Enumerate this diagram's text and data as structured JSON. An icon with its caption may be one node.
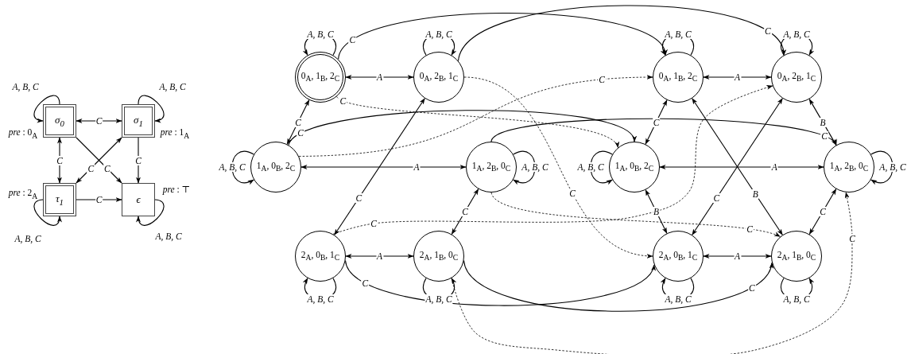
{
  "diagram": {
    "nodes": [
      {
        "text": [
          "σ$_{0}$"
        ],
        "beside": [
          "*pre* : 0$_{A}$"
        ]
      },
      {
        "text": [
          "σ$_{1}$"
        ],
        "beside": [
          "*pre* : 1$_{A}$"
        ]
      },
      {
        "text": [
          "τ$_{1}$"
        ],
        "beside": [
          "*pre* : 2$_{A}$"
        ]
      },
      {
        "text": [
          "ϵ"
        ],
        "beside": [
          "*pre* : ⊤"
        ]
      },
      {
        "text": [
          "0$_{A}$, 1$_{B}$, 2$_{C}$"
        ]
      },
      {
        "text": [
          "0$_{A}$, 2$_{B}$, 1$_{C}$"
        ]
      },
      {
        "text": [
          "0$_{A}$, 1$_{B}$, 2$_{C}$"
        ]
      },
      {
        "text": [
          "0$_{A}$, 2$_{B}$, 1$_{C}$"
        ]
      },
      {
        "text": [
          "1$_{A}$, 0$_{B}$, 2$_{C}$"
        ]
      },
      {
        "text": [
          "1$_{A}$, 2$_{B}$, 0$_{C}$"
        ]
      },
      {
        "text": [
          "1$_{A}$, 0$_{B}$, 2$_{C}$"
        ]
      },
      {
        "text": [
          "1$_{A}$, 2$_{B}$, 0$_{C}$"
        ]
      },
      {
        "text": [
          "2$_{A}$, 0$_{B}$, 1$_{C}$"
        ]
      },
      {
        "text": [
          "2$_{A}$, 1$_{B}$, 0$_{C}$"
        ]
      },
      {
        "text": [
          "2$_{A}$, 0$_{B}$, 1$_{C}$"
        ]
      },
      {
        "text": [
          "2$_{A}$, 1$_{B}$, 0$_{C}$"
        ]
      }
    ],
    "edges": [
      {
        "from": 0,
        "to": 0,
        "arrow": "to",
        "label": "A, B, C"
      },
      {
        "from": 1,
        "to": 1,
        "arrow": "to",
        "label": "A, B, C"
      },
      {
        "from": 2,
        "to": 2,
        "arrow": "to",
        "label": "A, B, C"
      },
      {
        "from": 3,
        "to": 3,
        "arrow": "to",
        "label": "A, B, C"
      },
      {
        "from": 0,
        "to": 1,
        "arrow": "both",
        "label": "C"
      },
      {
        "from": 0,
        "to": 2,
        "arrow": "both",
        "label": "C"
      },
      {
        "from": 1,
        "to": 3,
        "arrow": "to",
        "label": "C"
      },
      {
        "from": 0,
        "to": 3,
        "arrow": "to",
        "label": "C"
      },
      {
        "from": 1,
        "to": 2,
        "arrow": "both",
        "label": "C"
      },
      {
        "from": 2,
        "to": 3,
        "arrow": "to",
        "label": "C"
      },
      {
        "from": 4,
        "to": 4,
        "arrow": "to",
        "label": "A, B, C"
      },
      {
        "from": 5,
        "to": 5,
        "arrow": "to",
        "label": "A, B, C"
      },
      {
        "from": 6,
        "to": 6,
        "arrow": "to",
        "label": "A, B, C"
      },
      {
        "from": 7,
        "to": 7,
        "arrow": "to",
        "label": "A, B, C"
      },
      {
        "from": 8,
        "to": 8,
        "arrow": "to",
        "label": "A, B, C"
      },
      {
        "from": 9,
        "to": 9,
        "arrow": "to",
        "label": "A, B, C"
      },
      {
        "from": 10,
        "to": 10,
        "arrow": "to",
        "label": "A, B, C"
      },
      {
        "from": 11,
        "to": 11,
        "arrow": "to",
        "label": "A, B, C"
      },
      {
        "from": 12,
        "to": 12,
        "arrow": "to",
        "label": "A, B, C"
      },
      {
        "from": 13,
        "to": 13,
        "arrow": "to",
        "label": "A, B, C"
      },
      {
        "from": 14,
        "to": 14,
        "arrow": "to",
        "label": "A, B, C"
      },
      {
        "from": 15,
        "to": 15,
        "arrow": "to",
        "label": "A, B, C"
      },
      {
        "from": 4,
        "to": 5,
        "arrow": "both",
        "label": "A"
      },
      {
        "from": 6,
        "to": 7,
        "arrow": "both",
        "label": "A"
      },
      {
        "from": 8,
        "to": 9,
        "arrow": "both",
        "label": "A"
      },
      {
        "from": 10,
        "to": 11,
        "arrow": "both",
        "label": "A"
      },
      {
        "from": 12,
        "to": 13,
        "arrow": "both",
        "label": "A"
      },
      {
        "from": 14,
        "to": 15,
        "arrow": "both",
        "label": "A"
      },
      {
        "from": 4,
        "to": 6,
        "arrow": "to",
        "label": "C"
      },
      {
        "from": 5,
        "to": 7,
        "arrow": "to",
        "label": "C"
      },
      {
        "from": 8,
        "to": 10,
        "arrow": "to",
        "label": "C"
      },
      {
        "from": 9,
        "to": 11,
        "arrow": "to",
        "label": "C"
      },
      {
        "from": 12,
        "to": 14,
        "arrow": "to",
        "label": "C"
      },
      {
        "from": 13,
        "to": 15,
        "arrow": "to",
        "label": "C"
      },
      {
        "from": 4,
        "to": 8,
        "arrow": "both",
        "label": "C"
      },
      {
        "from": 5,
        "to": 12,
        "arrow": "both",
        "label": "C"
      },
      {
        "from": 9,
        "to": 13,
        "arrow": "both",
        "label": "C"
      },
      {
        "from": 6,
        "to": 10,
        "arrow": "both",
        "label": "C"
      },
      {
        "from": 7,
        "to": 11,
        "arrow": "both",
        "label": "B"
      },
      {
        "from": 11,
        "to": 15,
        "arrow": "both",
        "label": "C"
      },
      {
        "from": 10,
        "to": 14,
        "arrow": "both",
        "label": "B"
      },
      {
        "from": 6,
        "to": 15,
        "arrow": "both",
        "label": "B"
      },
      {
        "from": 7,
        "to": 14,
        "arrow": "both",
        "label": "C"
      },
      {
        "from": 4,
        "to": 10,
        "arrow": "to",
        "label": "C",
        "style": "dashed"
      },
      {
        "from": 5,
        "to": 14,
        "arrow": "to",
        "label": "C",
        "style": "dashed"
      },
      {
        "from": 8,
        "to": 6,
        "arrow": "to",
        "label": "C",
        "style": "dashed"
      },
      {
        "from": 9,
        "to": 15,
        "arrow": "to",
        "label": "C",
        "style": "dashed"
      },
      {
        "from": 12,
        "to": 7,
        "arrow": "to",
        "label": "C",
        "style": "dashed"
      },
      {
        "from": 13,
        "to": 11,
        "arrow": "to",
        "label": "C",
        "style": "dashed"
      }
    ]
  }
}
